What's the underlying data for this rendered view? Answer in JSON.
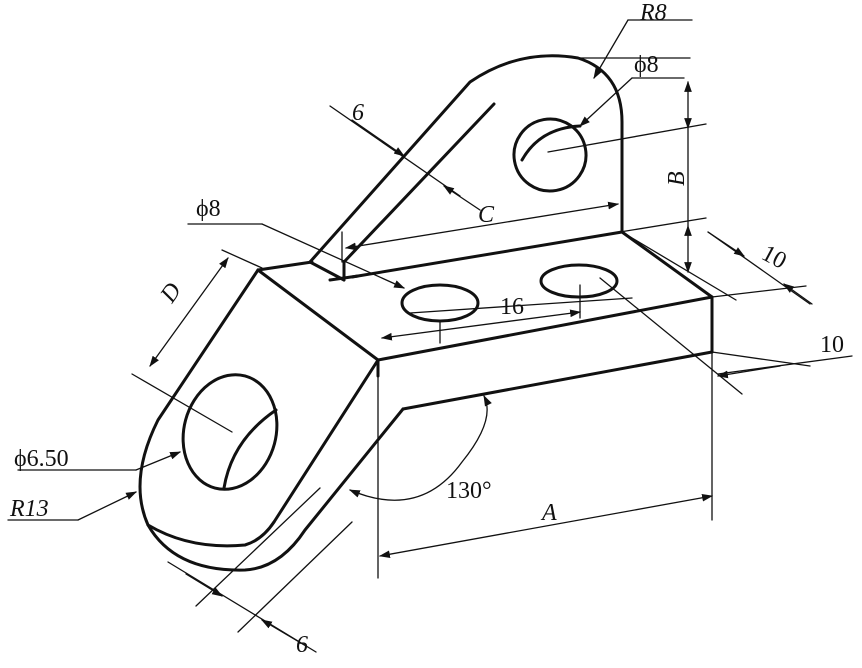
{
  "labels": {
    "r8": "R8",
    "phi8_top": "ϕ8",
    "six_top": "6",
    "b": "B",
    "c": "C",
    "phi8_left": "ϕ8",
    "ten_right": "10",
    "ten_bottom": "10",
    "sixteen": "16",
    "d": "D",
    "angle": "130°",
    "phi650": "ϕ6.50",
    "r13": "R13",
    "a": "A",
    "six_bottom": "6"
  }
}
